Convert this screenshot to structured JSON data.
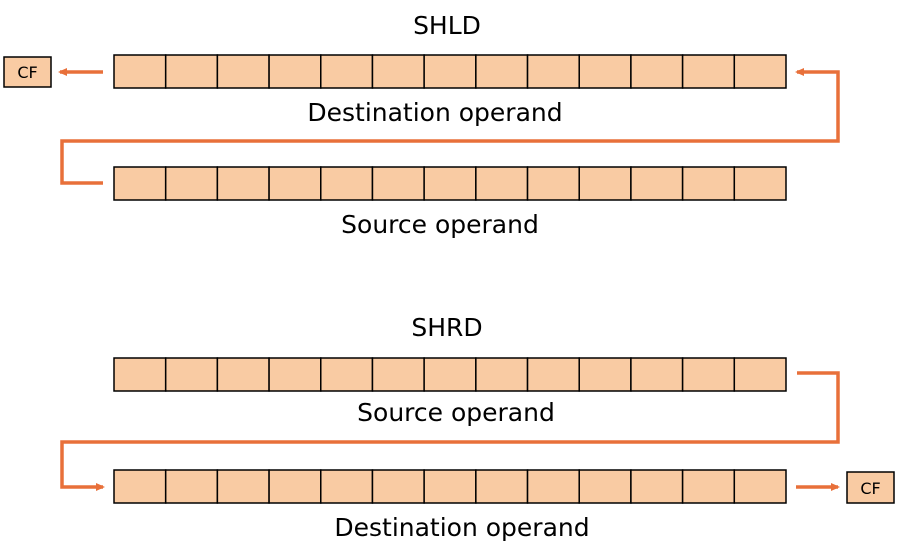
{
  "colors": {
    "cell_fill": "#f9cba3",
    "arrow": "#e8703a",
    "stroke": "#000000"
  },
  "bit_count": 13,
  "shld": {
    "title": "SHLD",
    "destination_label": "Destination operand",
    "source_label": "Source operand",
    "cf_label": "CF"
  },
  "shrd": {
    "title": "SHRD",
    "source_label": "Source operand",
    "destination_label": "Destination operand",
    "cf_label": "CF"
  }
}
